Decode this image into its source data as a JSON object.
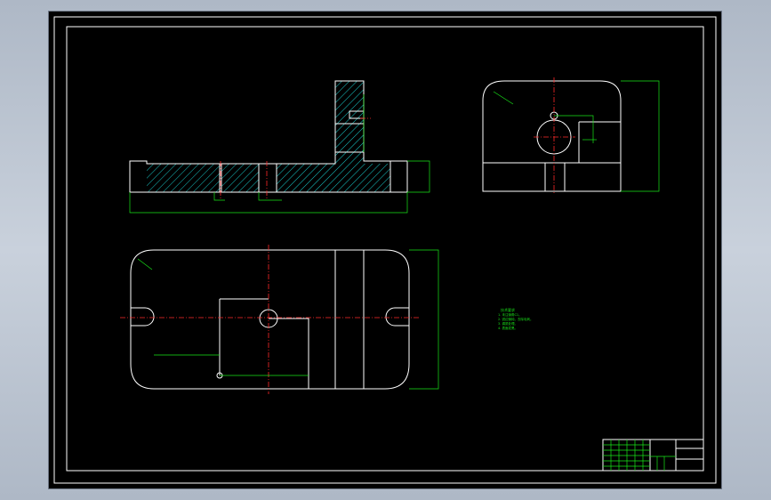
{
  "drawing": {
    "notes_title": "技术要求",
    "notes": [
      "1. 未注倒角C1。",
      "2. 锐边倒钝，去除毛刺。",
      "3. 调质处理。",
      "4. 表面发黑。"
    ]
  },
  "colors": {
    "background": "#000000",
    "outline": "#ffffff",
    "dimension": "#19e619",
    "centerline": "#ff2a2a",
    "hatch": "#19c8c8"
  }
}
